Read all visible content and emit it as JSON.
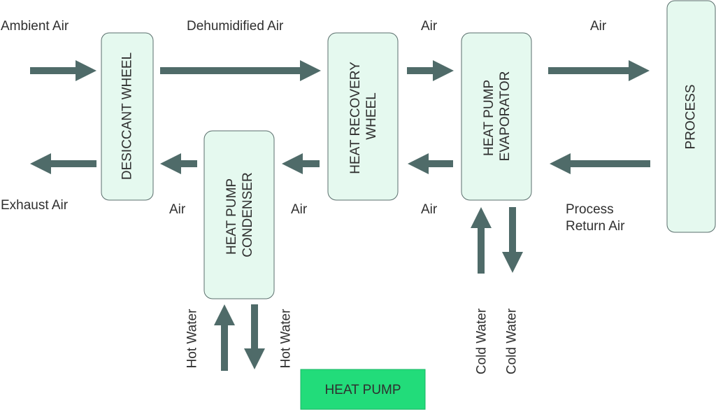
{
  "colors": {
    "box_fill": "#e5f9ef",
    "box_stroke": "#5a6e6c",
    "heat_pump_fill": "#22dc7a",
    "arrow": "#4f6b69",
    "text": "#2f2f2f"
  },
  "boxes": {
    "desiccant_wheel": "DESICCANT WHEEL",
    "heat_pump_condenser": [
      "HEAT PUMP",
      "CONDENSER"
    ],
    "heat_recovery_wheel": [
      "HEAT RECOVERY",
      "WHEEL"
    ],
    "heat_pump_evaporator": [
      "HEAT PUMP",
      "EVAPORATOR"
    ],
    "process": "PROCESS",
    "heat_pump": "HEAT PUMP"
  },
  "labels": {
    "ambient_air": "Ambient Air",
    "dehumidified_air": "Dehumidified Air",
    "air_top_mid": "Air",
    "air_top_right": "Air",
    "exhaust_air": "Exhaust Air",
    "air_bottom_1": "Air",
    "air_bottom_2": "Air",
    "air_bottom_3": "Air",
    "process_return_air": [
      "Process",
      "Return Air"
    ],
    "hot_water_in": "Hot Water",
    "hot_water_out": "Hot Water",
    "cold_water_in": "Cold Water",
    "cold_water_out": "Cold Water"
  }
}
